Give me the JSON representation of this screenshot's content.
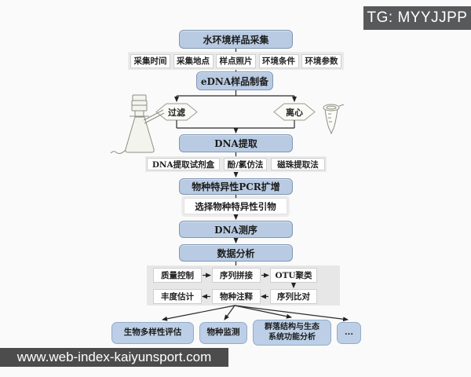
{
  "header": {
    "badge": "TG: MYYJJPP"
  },
  "footer": {
    "watermark": "www.web-index-kaiyunsport.com"
  },
  "colors": {
    "node_blue": "#b9cbe2",
    "node_border": "#8096b4",
    "panel_gray": "#e7e7e7",
    "badge_bg": "#58595b",
    "watermark_bg": "#4c4c4c",
    "line": "#2a2a2a"
  },
  "icons": {
    "left": "vacuum-filter-flask",
    "right": "centrifuge-tube"
  },
  "flow": {
    "collect": "水环境样品采集",
    "collect_items": [
      "采集时间",
      "采集地点",
      "样点照片",
      "环境条件",
      "环境参数"
    ],
    "prepare": "eDNA样品制备",
    "filter": "过滤",
    "centrifuge": "离心",
    "extract": "DNA提取",
    "extract_methods": [
      "DNA提取试剂盒",
      "酚/氯仿法",
      "磁珠提取法"
    ],
    "pcr": "物种特异性PCR扩增",
    "primer": "选择物种特异性引物",
    "sequence": "DNA测序",
    "analysis": "数据分析",
    "analysis_steps_row1": [
      "质量控制",
      "序列拼接",
      "OTU聚类"
    ],
    "analysis_steps_row2": [
      "丰度估计",
      "物种注释",
      "序列比对"
    ],
    "applications": [
      "生物多样性评估",
      "物种监测",
      "群落结构与生态系统功能分析",
      "..."
    ]
  }
}
